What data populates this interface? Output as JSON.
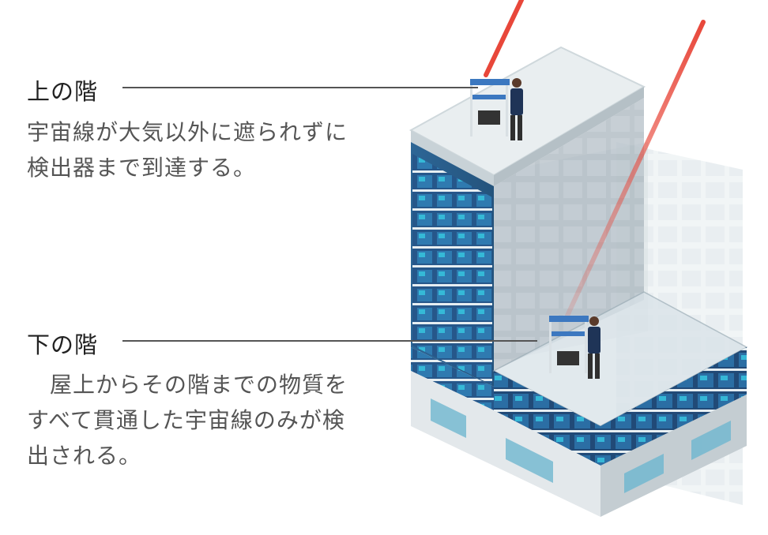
{
  "upper": {
    "title": "上の階",
    "lines": [
      "宇宙線が大気以外に遮られずに",
      "検出器まで到達する。"
    ]
  },
  "lower": {
    "title": "下の階",
    "lines": [
      "　屋上からその階までの物質を",
      "すべて貫通した宇宙線のみが検",
      "出される。"
    ]
  },
  "colors": {
    "ray": "#e8473a",
    "glass": "#2e6a9a",
    "window": "#31b6d6",
    "roof": "#e9eef0",
    "wall_light": "#f3f5f6",
    "wall_shade": "#b7c1c6",
    "jacket": "#1f3457"
  },
  "icons": [
    "cosmic-ray",
    "detector-rack",
    "researcher",
    "building"
  ]
}
